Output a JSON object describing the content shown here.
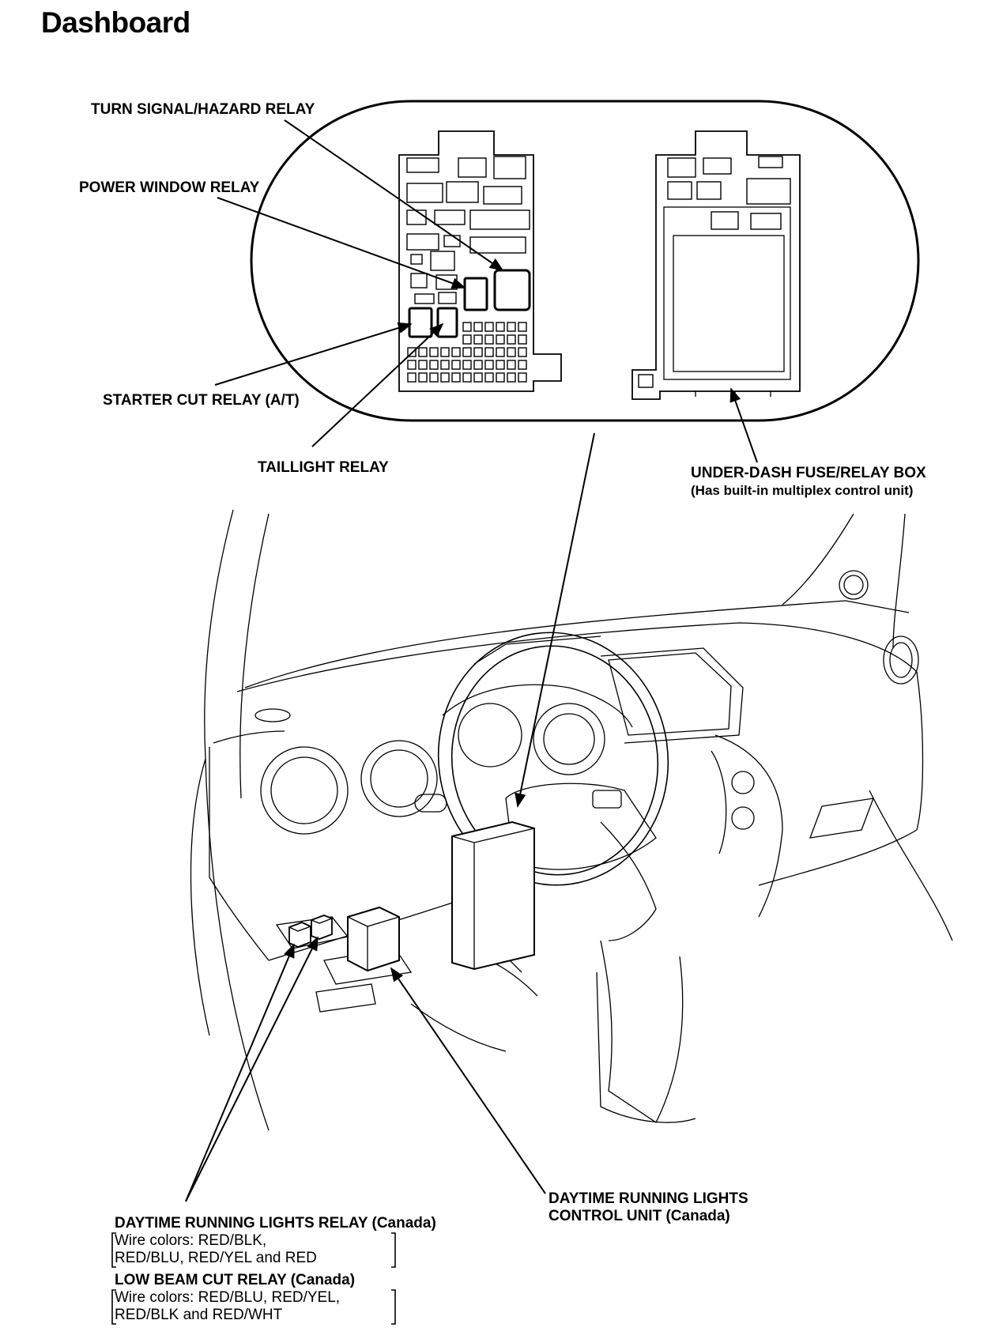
{
  "page": {
    "title": "Dashboard"
  },
  "labels": {
    "turn_signal": "TURN SIGNAL/HAZARD RELAY",
    "power_window": "POWER WINDOW RELAY",
    "starter_cut": "STARTER CUT RELAY (A/T)",
    "taillight": "TAILLIGHT RELAY",
    "fuse_box": "UNDER-DASH FUSE/RELAY BOX",
    "fuse_box_note": "(Has built-in multiplex control unit)",
    "drl_control_line1": "DAYTIME RUNNING LIGHTS",
    "drl_control_line2": "CONTROL UNIT (Canada)",
    "drl_relay": "DAYTIME RUNNING LIGHTS RELAY (Canada)",
    "drl_wire_line1": "Wire colors: RED/BLK,",
    "drl_wire_line2": "RED/BLU, RED/YEL and RED",
    "low_beam": "LOW BEAM CUT RELAY (Canada)",
    "low_beam_wire_line1": "Wire colors: RED/BLU, RED/YEL,",
    "low_beam_wire_line2": "RED/BLK and RED/WHT"
  }
}
